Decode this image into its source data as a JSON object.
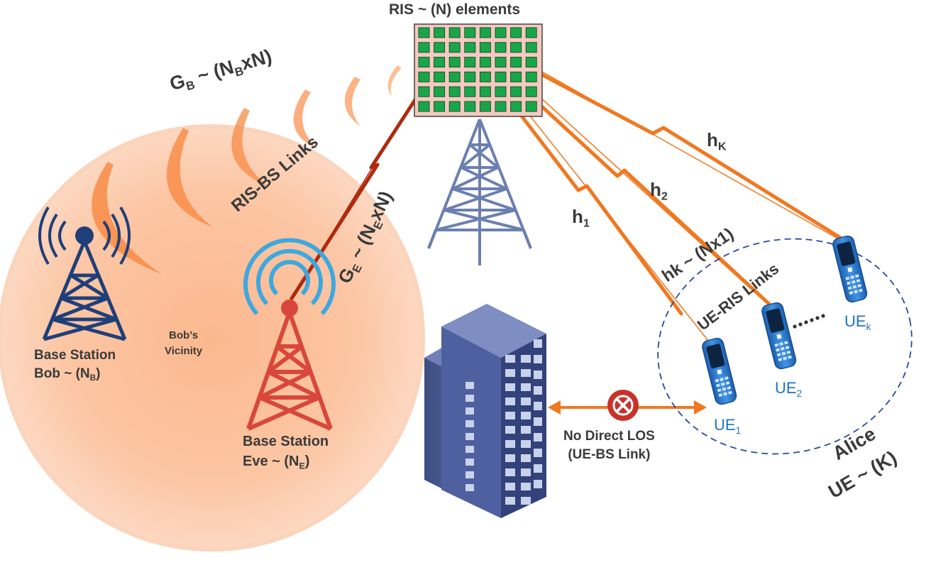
{
  "ris": {
    "title_prefix": "RIS",
    "title_tilde": "~",
    "title_rest": "(N) elements"
  },
  "bob": {
    "line1": "Base Station",
    "line2_prefix": "Bob ~ (N",
    "line2_sub": "B",
    "line2_suffix": ")",
    "vicinity_line1": "Bob’s",
    "vicinity_line2": "Vicinity"
  },
  "eve": {
    "line1": "Base Station",
    "line2_prefix": "Eve ~ (N",
    "line2_sub": "E",
    "line2_suffix": ")"
  },
  "channels": {
    "gb_main": "G",
    "gb_sub": "B",
    "gb_rest_prefix": " ~ (N",
    "gb_rest_sub": "B",
    "gb_rest_suffix": "xN)",
    "ge_main": "G",
    "ge_sub": "E",
    "ge_rest_prefix": " ~ (N",
    "ge_rest_sub": "E",
    "ge_rest_suffix": "xN)",
    "ris_bs_links": "RIS-BS Links",
    "h1_main": "h",
    "h1_sub": "1",
    "h2_main": "h",
    "h2_sub": "2",
    "hk_main": "h",
    "hk_sub": "K",
    "hk_dim": "hk ~ (Nx1)",
    "ue_ris_links": "UE-RIS Links"
  },
  "users": {
    "ue1_main": "UE",
    "ue1_sub": "1",
    "ue2_main": "UE",
    "ue2_sub": "2",
    "uek_main": "UE",
    "uek_sub": "k",
    "alice_line1": "Alice",
    "alice_line2": "UE ~ (K)"
  },
  "los": {
    "line1": "No Direct LOS",
    "line2": "(UE-BS Link)"
  },
  "colors": {
    "orange": "#f07820",
    "dark_red": "#b02a10",
    "bob_blue": "#1f3f7a",
    "eve_red": "#d9473a",
    "tower_gray": "#6b7fb0",
    "ris_green": "#1aa54a",
    "ris_bg": "#f5c8c0",
    "phone_blue": "#2f7fd8",
    "ue_text": "#1e73be",
    "building": "#4a5a8e"
  }
}
